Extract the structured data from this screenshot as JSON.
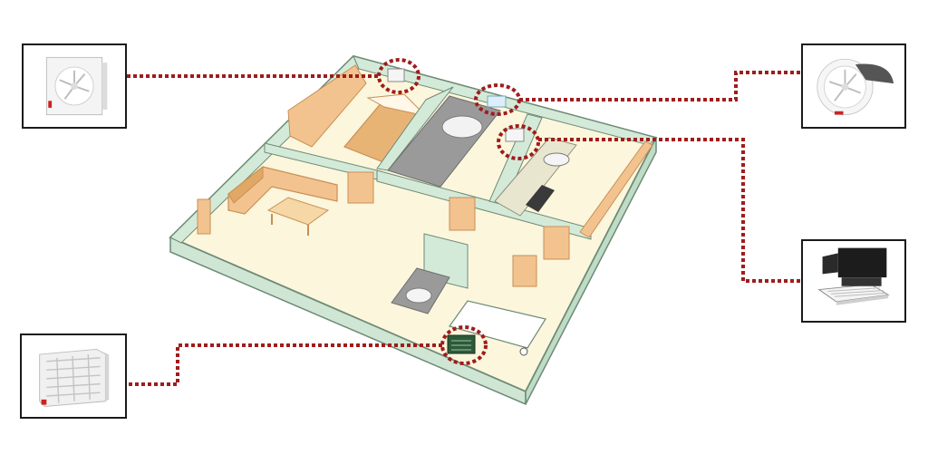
{
  "diagram": {
    "colors": {
      "connector": "#a01c1c",
      "wall": "#d4ead9",
      "wall_edge": "#6e8a76",
      "floor": "#fbf6dc",
      "wood": "#f3c38f",
      "wood_dark": "#d99a5a",
      "bath": "#8e8e8e",
      "card_border": "#1a1a1a"
    },
    "fans": [
      {
        "id": "wall-window-fan",
        "icon": "square-exhaust-fan-icon"
      },
      {
        "id": "round-window-fan",
        "icon": "round-exhaust-fan-icon"
      },
      {
        "id": "ceiling-duct-fan",
        "icon": "ceiling-ventilation-fan-icon"
      },
      {
        "id": "kitchen-range-fan",
        "icon": "kitchen-exhaust-fan-icon"
      }
    ],
    "hotspots": [
      {
        "id": "bedroom-vent",
        "links_to": "wall-window-fan"
      },
      {
        "id": "bathroom-vent",
        "links_to": "round-window-fan"
      },
      {
        "id": "kitchen-vent",
        "links_to": "ceiling-duct-fan"
      },
      {
        "id": "entry-vent",
        "links_to": "kitchen-range-fan"
      }
    ]
  }
}
